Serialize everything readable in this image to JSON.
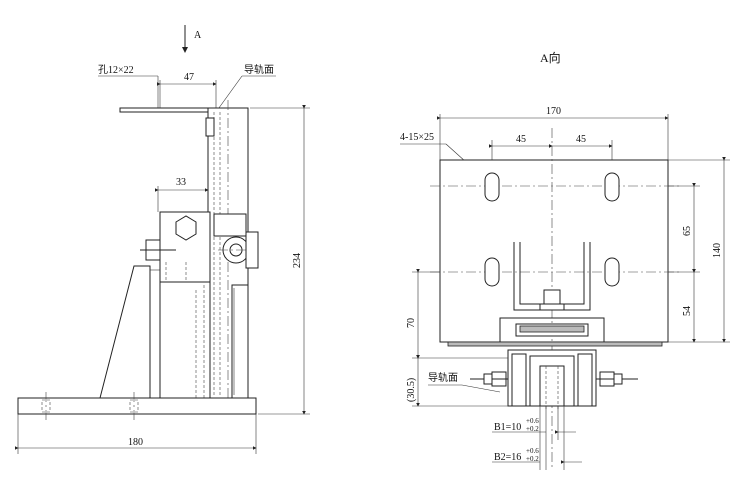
{
  "side_view": {
    "view_arrow_label": "A",
    "hole_label": "孔12×22",
    "dim_hole_offset": "47",
    "rail_face_label": "导轨面",
    "dim_bracket": "33",
    "dim_height": "234",
    "dim_base_width": "180"
  },
  "front_view": {
    "title": "A向",
    "dim_plate_width": "170",
    "hole_callout": "4-15×25",
    "dim_hole_left": "45",
    "dim_hole_right": "45",
    "dim_slot_pitch": "65",
    "dim_plate_height": "140",
    "dim_lower": "54",
    "dim_70": "70",
    "dim_30_5": "(30.5)",
    "rail_face_label": "导轨面",
    "b1_label": "B1=10",
    "b1_tol_upper": "+0.6",
    "b1_tol_lower": "+0.2",
    "b2_label": "B2=16",
    "b2_tol_upper": "+0.6",
    "b2_tol_lower": "+0.2"
  }
}
